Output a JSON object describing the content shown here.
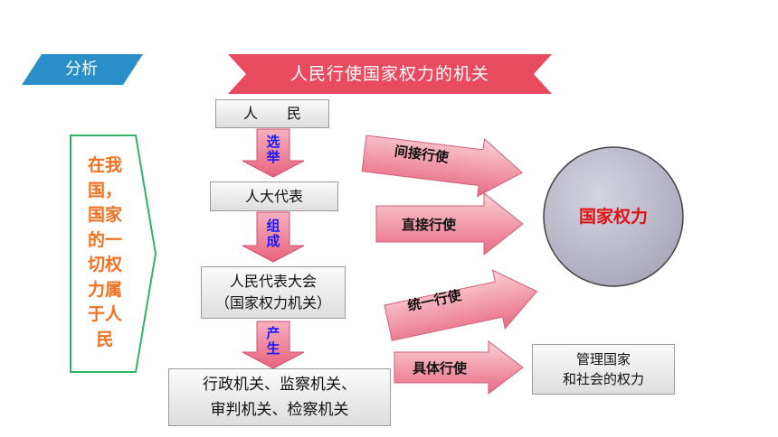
{
  "header": {
    "tag": "分析",
    "title": "人民行使国家权力的机关"
  },
  "side_text": {
    "lines": [
      "在我",
      "国，",
      "国家",
      "的一",
      "切权",
      "力属",
      "于人",
      "民"
    ]
  },
  "colors": {
    "tag_bg": "#2a8ec8",
    "title_bg": "#e84a5f",
    "side_text": "#f07020",
    "side_border": "#2eb36a",
    "arrow_pink": "#f08aa0",
    "vertical_label": "#1a1aff",
    "power_text": "#e01010",
    "circle_fill": "#babacc"
  },
  "nodes": {
    "people": "人　　民",
    "npc_deputies": "人大代表",
    "npc_line1": "人民代表大会",
    "npc_line2": "（国家权力机关）",
    "organs_line1": "行政机关、监察机关、",
    "organs_line2": "审判机关、检察机关",
    "state_power": "国家权力",
    "manage_line1": "管理国家",
    "manage_line2": "和社会的权力"
  },
  "vertical_labels": {
    "elect": [
      "选",
      "举"
    ],
    "compose": [
      "组",
      "成"
    ],
    "produce": [
      "产",
      "生"
    ]
  },
  "arrows": {
    "indirect": "间接行使",
    "direct": "直接行使",
    "unified": "统一行使",
    "specific": "具体行使"
  }
}
